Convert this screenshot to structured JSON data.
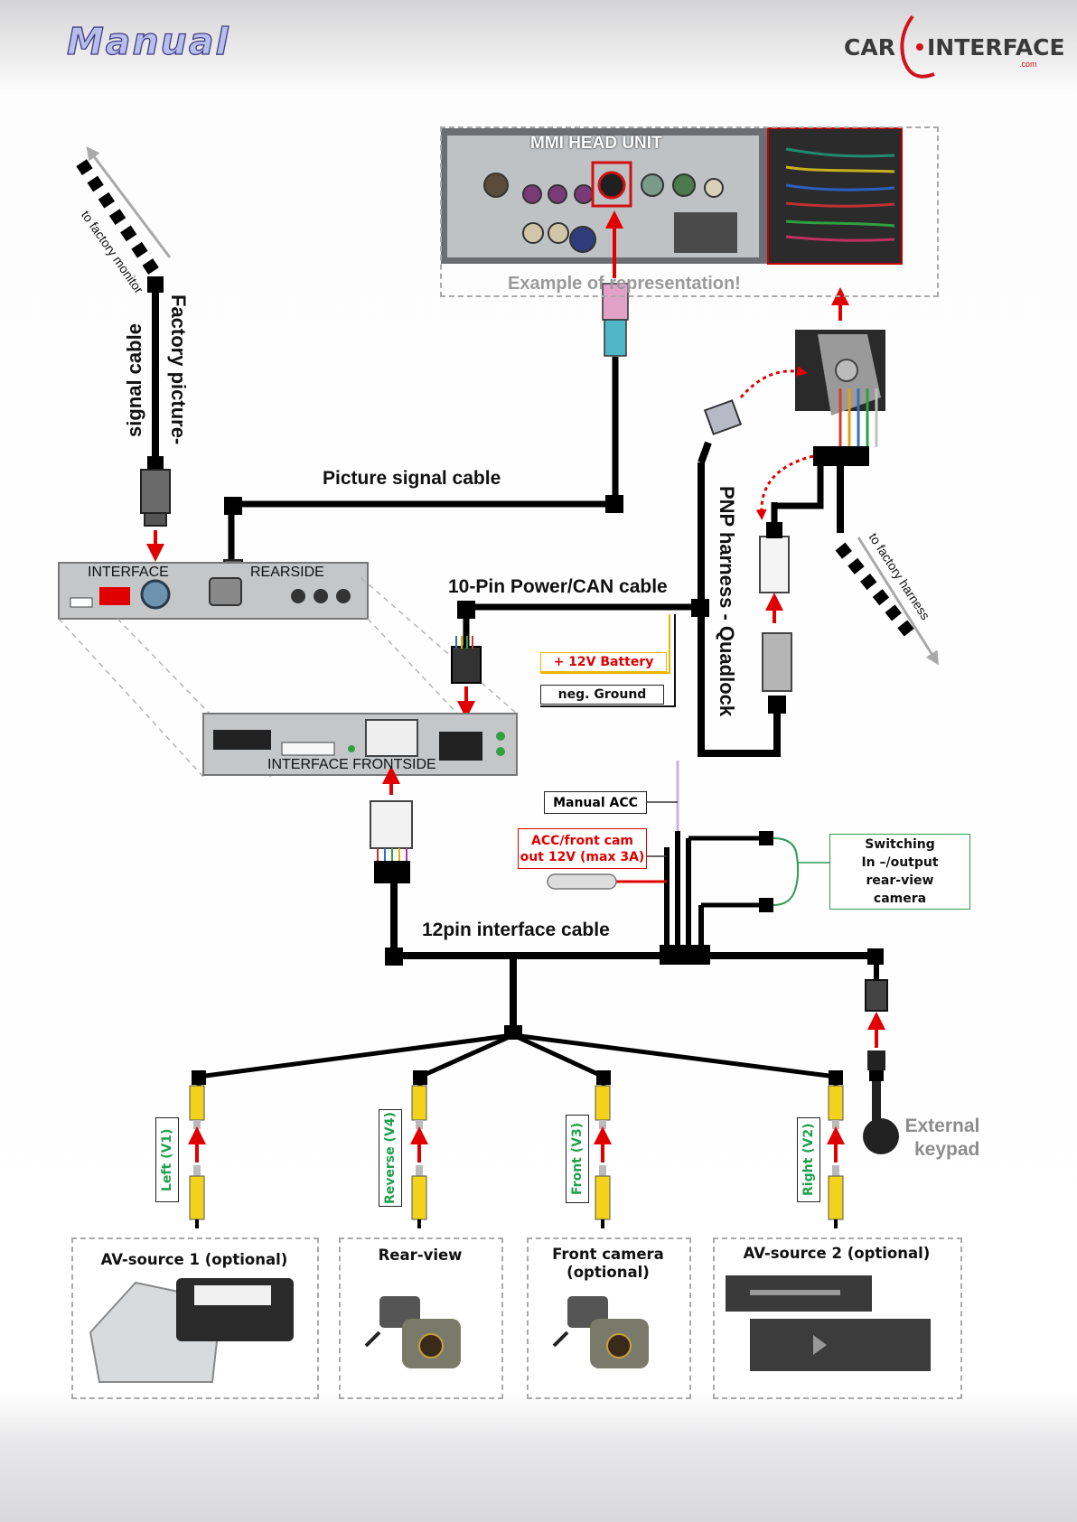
{
  "header": {
    "title": "Manual",
    "logo_text_left": "CAR",
    "logo_text_right": "INTERFACE",
    "logo_suffix": ".com"
  },
  "head_unit": {
    "title": "MMI HEAD UNIT",
    "note": "Example of representation!"
  },
  "labels": {
    "to_factory_monitor": "to factory monitor",
    "factory_cable_line1": "Factory picture-",
    "factory_cable_line2": "signal cable",
    "picture_signal_cable": "Picture signal cable",
    "interface_rear_left": "INTERFACE",
    "interface_rear_right": "REARSIDE",
    "power_can_cable": "10-Pin Power/CAN cable",
    "battery": "+ 12V Battery",
    "ground": "neg. Ground",
    "pnp_harness": "PNP harness - Quadlock",
    "to_factory_harness": "to factory harness",
    "interface_front": "INTERFACE FRONTSIDE",
    "manual_acc": "Manual ACC",
    "acc_front_line1": "ACC/front cam",
    "acc_front_line2": "out 12V (max 3A)",
    "switching_line1": "Switching",
    "switching_line2": "In –/output",
    "switching_line3": "rear-view",
    "switching_line4": "camera",
    "twelve_pin_cable": "12pin interface cable",
    "external_keypad_line1": "External",
    "external_keypad_line2": "keypad"
  },
  "video_inputs": [
    {
      "label": "Left (V1)"
    },
    {
      "label": "Reverse (V4)"
    },
    {
      "label": "Front (V3)"
    },
    {
      "label": "Right (V2)"
    }
  ],
  "sources": [
    {
      "title": "AV-source 1 (optional)"
    },
    {
      "title": "Rear-view"
    },
    {
      "title_line1": "Front camera",
      "title_line2": "(optional)"
    },
    {
      "title": "AV-source 2 (optional)"
    }
  ],
  "colors": {
    "arrow_red": "#e00000",
    "cable_black": "#000000",
    "label_green": "#1ea04c",
    "battery_red": "#e00000",
    "battery_wire_yellow": "#f0b400",
    "switch_box_green": "#2f9a55"
  }
}
